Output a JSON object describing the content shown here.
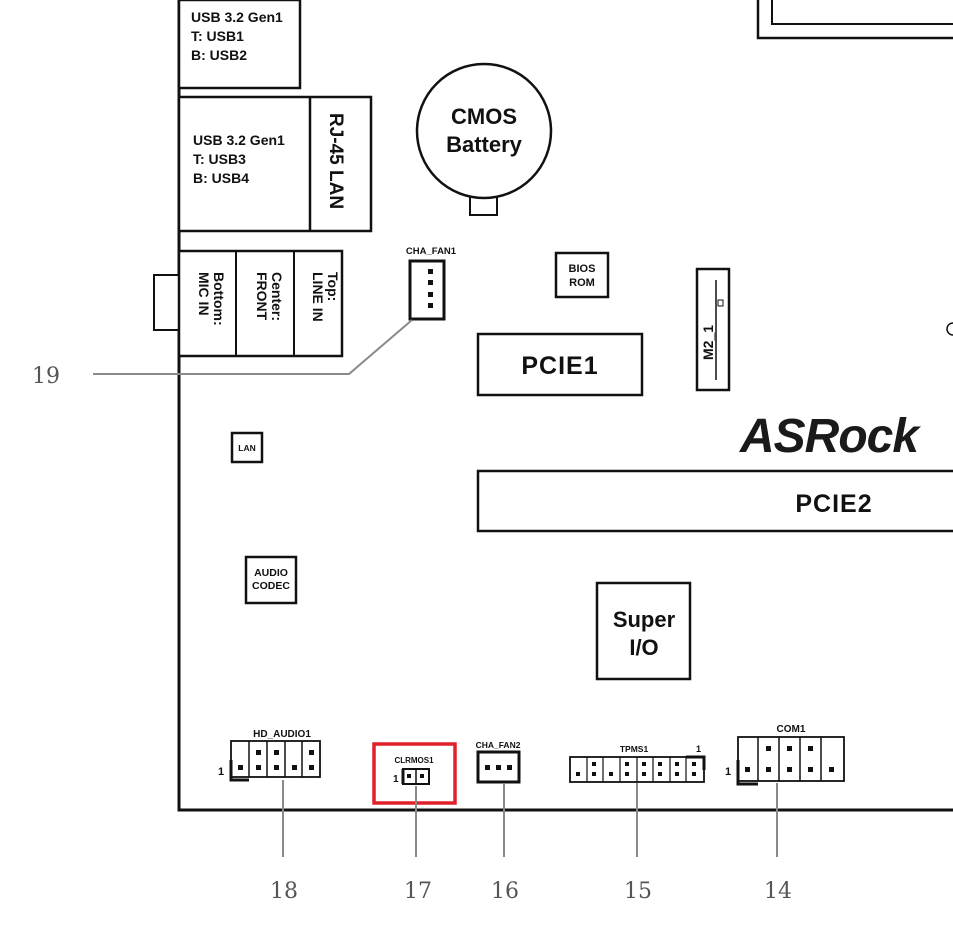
{
  "components": {
    "usb_top": {
      "title": "USB 3.2 Gen1",
      "top": "T: USB1",
      "bottom": "B: USB2"
    },
    "usb_lan": {
      "title": "USB 3.2 Gen1",
      "top": "T: USB3",
      "bottom": "B: USB4",
      "lan": "RJ-45 LAN"
    },
    "audio_jacks": {
      "bottom": "Bottom:",
      "bottom_sub": "MIC IN",
      "center": "Center:",
      "center_sub": "FRONT",
      "top": "Top:",
      "top_sub": "LINE IN"
    },
    "cmos": {
      "line1": "CMOS",
      "line2": "Battery"
    },
    "cha_fan1": "CHA_FAN1",
    "bios": {
      "line1": "BIOS",
      "line2": "ROM"
    },
    "m2": "M2_1",
    "pcie1": "PCIE1",
    "pcie2": "PCIE2",
    "logo": "ASRock",
    "lan_chip": "LAN",
    "audio_codec": {
      "line1": "AUDIO",
      "line2": "CODEC"
    },
    "super_io": {
      "line1": "Super",
      "line2": "I/O"
    },
    "hd_audio": "HD_AUDIO1",
    "clrmos": "CLRMOS1",
    "cha_fan2": "CHA_FAN2",
    "tpms": "TPMS1",
    "com": "COM1",
    "pin1": "1"
  },
  "callouts": [
    "19",
    "18",
    "17",
    "16",
    "15",
    "14"
  ],
  "colors": {
    "line": "#111111",
    "callout_line": "#8a8a8a",
    "highlight": "#e0202a"
  }
}
